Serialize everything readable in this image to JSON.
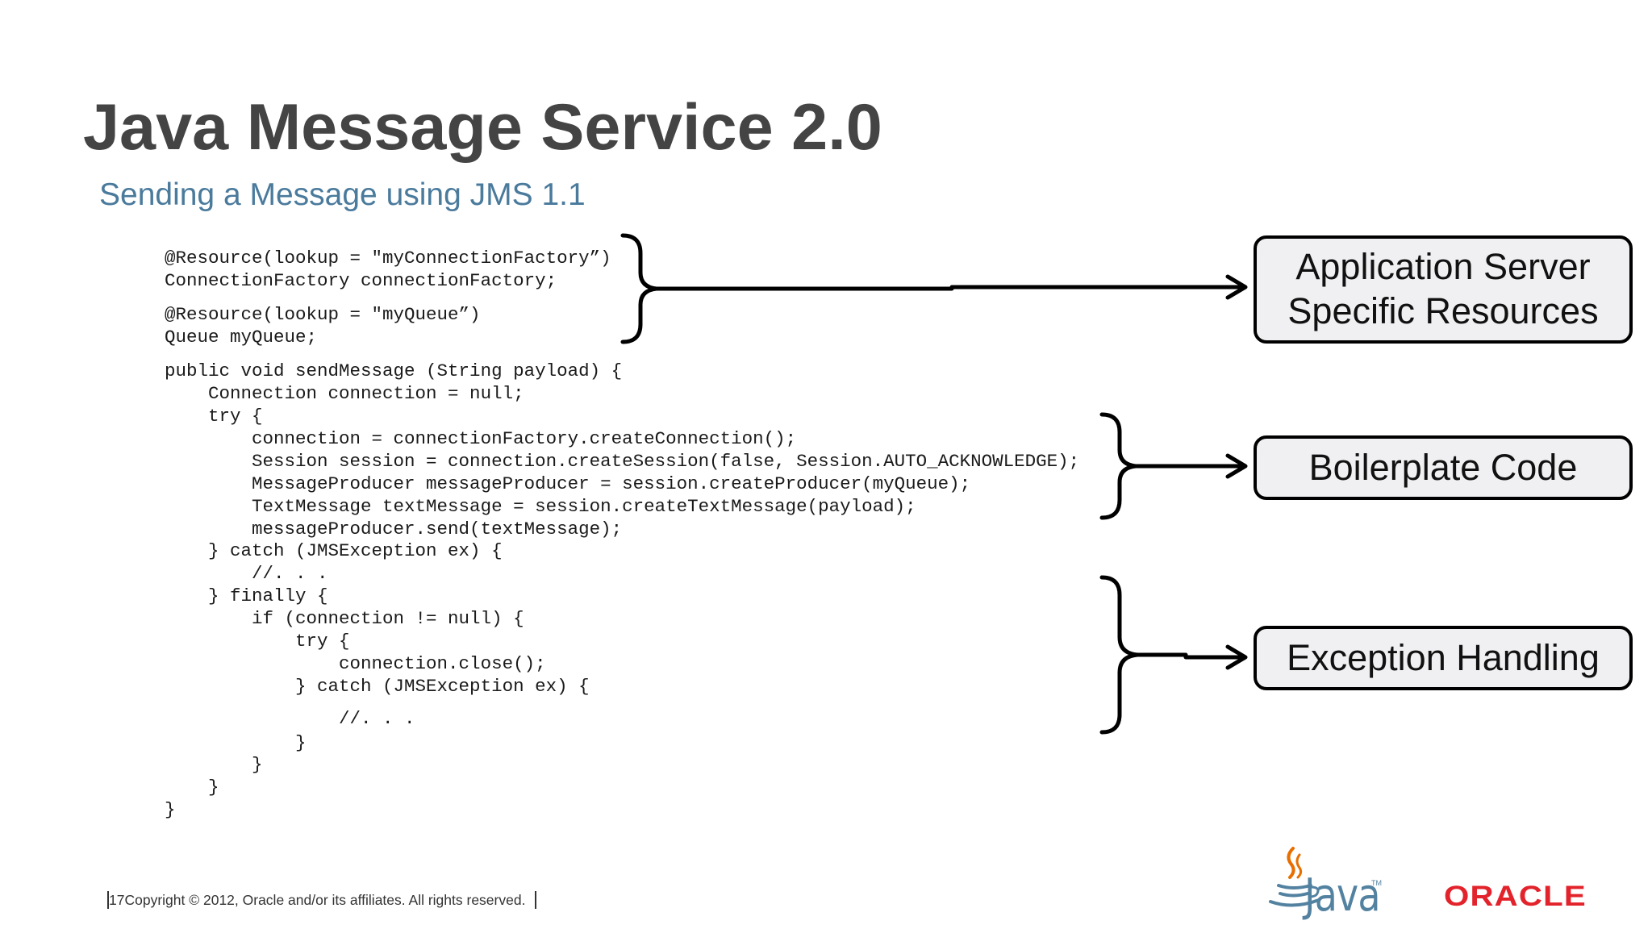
{
  "slide": {
    "title": "Java Message Service 2.0",
    "subtitle": "Sending a Message using JMS 1.1"
  },
  "code": [
    "@Resource(lookup = \"myConnectionFactory”)",
    "ConnectionFactory connectionFactory;",
    "@Resource(lookup = \"myQueue”)",
    "Queue myQueue;",
    "public void sendMessage (String payload) {",
    "    Connection connection = null;",
    "    try {",
    "        connection = connectionFactory.createConnection();",
    "        Session session = connection.createSession(false, Session.AUTO_ACKNOWLEDGE);",
    "        MessageProducer messageProducer = session.createProducer(myQueue);",
    "        TextMessage textMessage = session.createTextMessage(payload);",
    "        messageProducer.send(textMessage);",
    "    } catch (JMSException ex) {",
    "        //. . .",
    "    } finally {",
    "        if (connection != null) {",
    "            try {",
    "                connection.close();",
    "            } catch (JMSException ex) {",
    "                //. . .",
    "            }",
    "        }",
    "    }",
    "}"
  ],
  "callouts": {
    "resources": "Application Server\nSpecific Resources",
    "boilerplate": "Boilerplate Code",
    "exceptions": "Exception Handling"
  },
  "footer": {
    "page_number": "17",
    "copyright": "Copyright © 2012, Oracle and/or its affiliates. All rights reserved."
  },
  "logos": {
    "java_wordmark": "Java",
    "java_tm": "TM",
    "oracle_wordmark": "ORACLE"
  },
  "colors": {
    "title": "#444444",
    "subtitle": "#4a7a9c",
    "callout_fill": "#f0f0f2",
    "java_blue": "#5382a1",
    "java_orange": "#e76f00",
    "oracle_red": "#e3232b"
  }
}
